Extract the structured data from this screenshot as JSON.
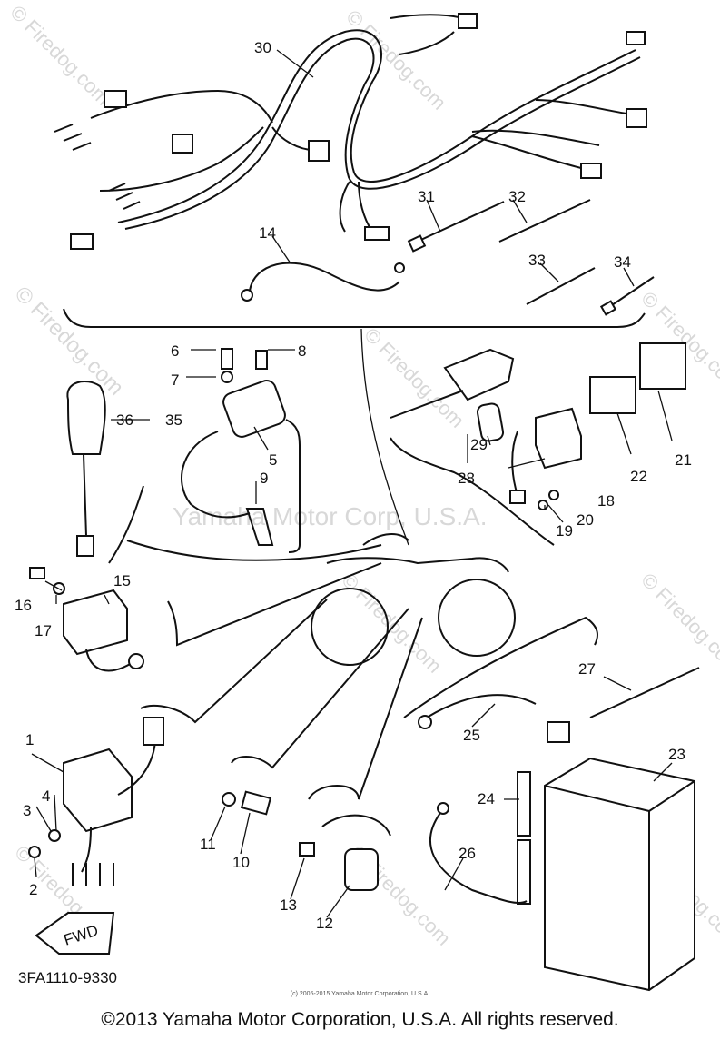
{
  "watermark": {
    "site": "© Firedog.com",
    "center": "Yamaha Motor Corp, U.S.A.",
    "color": "#d8d8d8"
  },
  "diagram_code": "3FA1110-9330",
  "small_credit": "(c) 2005-2015 Yamaha Motor Corporation, U.S.A.",
  "copyright": "©2013 Yamaha Motor Corporation, U.S.A. All rights reserved.",
  "fwd_label": "FWD",
  "callouts": [
    "1",
    "2",
    "3",
    "4",
    "5",
    "6",
    "7",
    "8",
    "9",
    "10",
    "11",
    "12",
    "13",
    "14",
    "15",
    "16",
    "17",
    "18",
    "19",
    "20",
    "21",
    "22",
    "23",
    "24",
    "25",
    "26",
    "27",
    "28",
    "29",
    "30",
    "31",
    "32",
    "33",
    "34",
    "35",
    "36"
  ]
}
